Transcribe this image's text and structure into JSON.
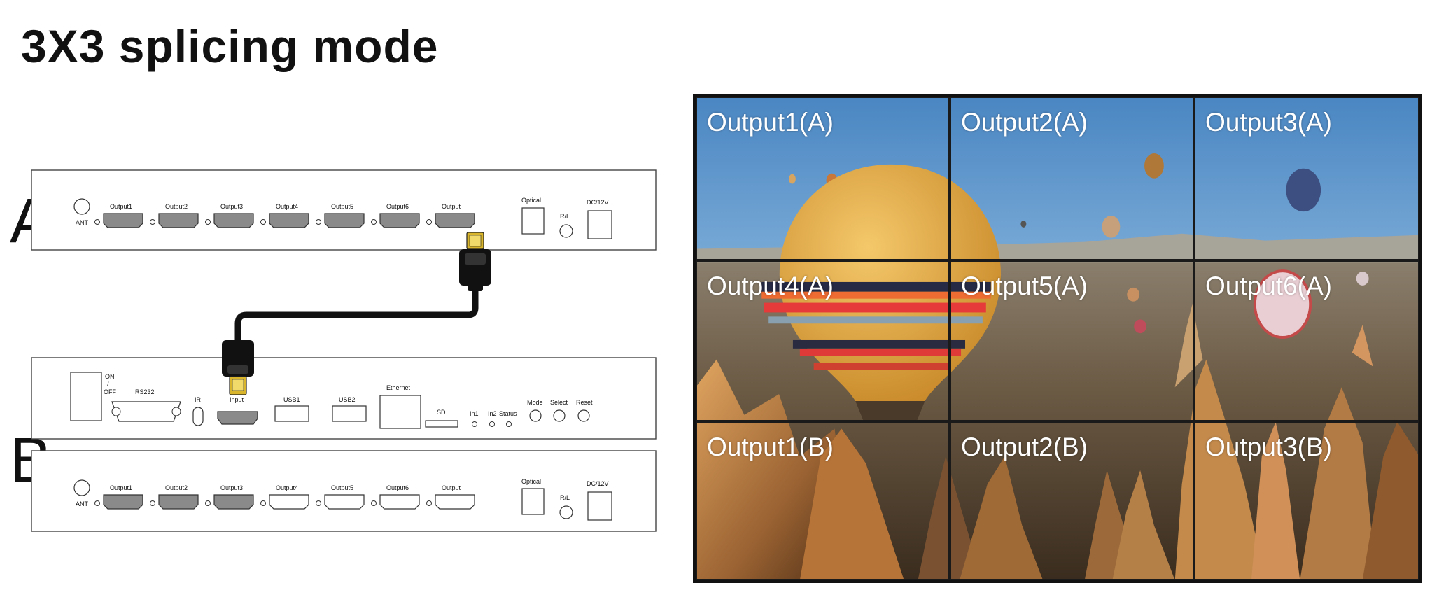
{
  "title": "3X3 splicing mode",
  "device_a": {
    "letter": "A",
    "ant_label": "ANT",
    "ports": [
      "Output1",
      "Output2",
      "Output3",
      "Output4",
      "Output5",
      "Output6",
      "Output"
    ],
    "optical_label": "Optical",
    "rl_label": "R/L",
    "power_label": "DC/12V"
  },
  "device_b_top": {
    "letter": "B",
    "on_off_label": "ON\n/\nOFF",
    "rs232_label": "RS232",
    "ir_label": "IR",
    "input_label": "Input",
    "usb1_label": "USB1",
    "usb2_label": "USB2",
    "ethernet_label": "Ethernet",
    "sd_label": "SD",
    "in1_label": "In1",
    "in2_label": "In2",
    "status_label": "Status",
    "mode_label": "Mode",
    "select_label": "Select",
    "reset_label": "Reset"
  },
  "device_b_bottom": {
    "ant_label": "ANT",
    "ports": [
      "Output1",
      "Output2",
      "Output3",
      "Output4",
      "Output5",
      "Output6",
      "Output"
    ],
    "optical_label": "Optical",
    "rl_label": "R/L",
    "power_label": "DC/12V"
  },
  "video_wall": {
    "cells": [
      "Output1(A)",
      "Output2(A)",
      "Output3(A)",
      "Output4(A)",
      "Output5(A)",
      "Output6(A)",
      "Output1(B)",
      "Output2(B)",
      "Output3(B)"
    ]
  },
  "colors": {
    "port_active": "#8a8a8a",
    "cable": "#111111",
    "hdmi_gold": "#d8b52a"
  }
}
